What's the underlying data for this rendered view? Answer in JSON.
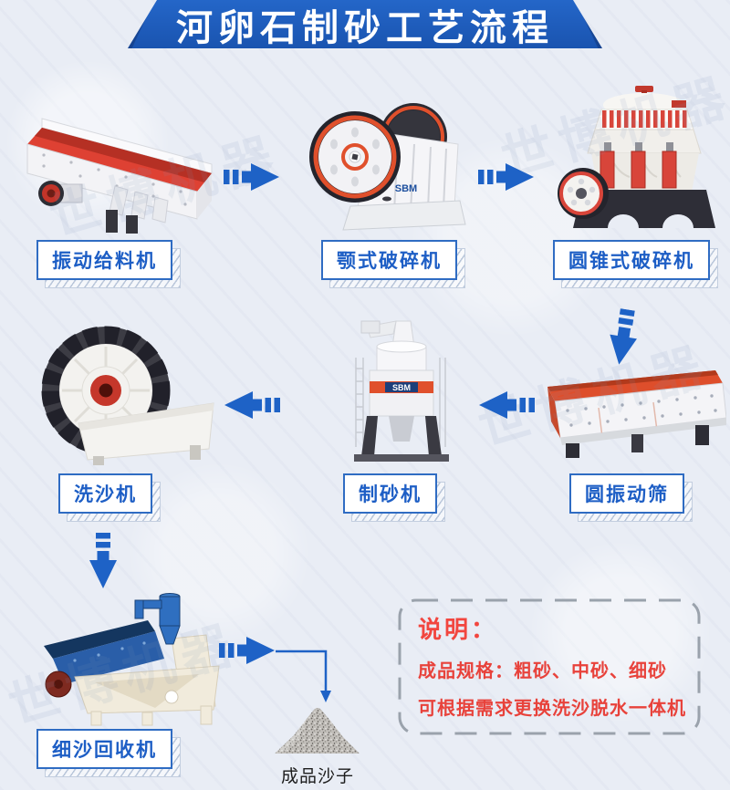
{
  "title": "河卵石制砂工艺流程",
  "brand": "SBM",
  "colors": {
    "background": "#e9edf5",
    "banner_blue": "#1d5ab8",
    "arrow_blue": "#1e62c6",
    "label_blue": "#1d5ec5",
    "label_border_blue": "#2f6cc3",
    "note_red": "#e8423b",
    "machine_red": "#d8453a",
    "machine_orange": "#e0502c",
    "machine_dark": "#2c2c34",
    "recycler_blue": "#2a5ea8"
  },
  "machines": [
    {
      "id": "vibrating-feeder",
      "label": "振动给料机"
    },
    {
      "id": "jaw-crusher",
      "label": "颚式破碎机"
    },
    {
      "id": "cone-crusher",
      "label": "圆锥式破碎机"
    },
    {
      "id": "circular-vibrating-screen",
      "label": "圆振动筛"
    },
    {
      "id": "sand-maker",
      "label": "制砂机"
    },
    {
      "id": "sand-washer",
      "label": "洗沙机"
    },
    {
      "id": "fine-sand-recycler",
      "label": "细沙回收机"
    }
  ],
  "product": {
    "label": "成品沙子"
  },
  "note": {
    "heading": "说明：",
    "lines": [
      "成品规格：粗砂、中砂、细砂",
      "可根据需求更换洗沙脱水一体机"
    ]
  },
  "watermark_text": "世博机器"
}
